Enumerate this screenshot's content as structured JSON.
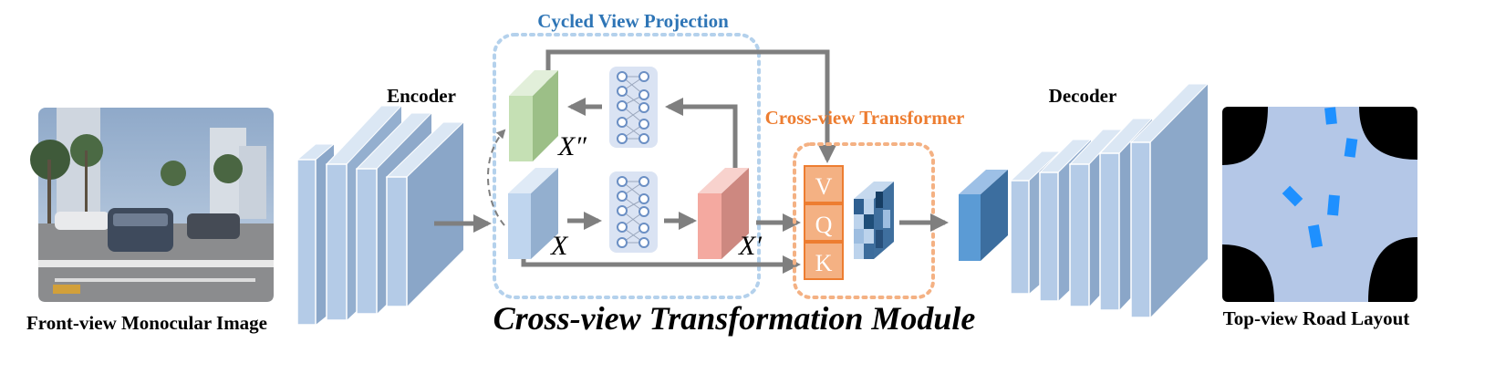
{
  "labels": {
    "cycled_view_projection": "Cycled View Projection",
    "cross_view_transformer": "Cross-view Transformer",
    "encoder": "Encoder",
    "decoder": "Decoder",
    "front_view_caption": "Front-view Monocular Image",
    "top_view_caption": "Top-view Road Layout",
    "module_title": "Cross-view Transformation Module",
    "x": "X",
    "x_prime": "X′",
    "x_double_prime": "X″",
    "v": "V",
    "q": "Q",
    "k": "K"
  },
  "colors": {
    "cycled_accent": "#2e75b6",
    "transformer_accent": "#ed7d31",
    "block_face": "#b4cbe7",
    "block_side": "#8ba7c9",
    "green_block": "#c5e0b4",
    "red_block": "#f4a9a0",
    "qkv_box": "#f4b183",
    "arrow": "#808080"
  }
}
